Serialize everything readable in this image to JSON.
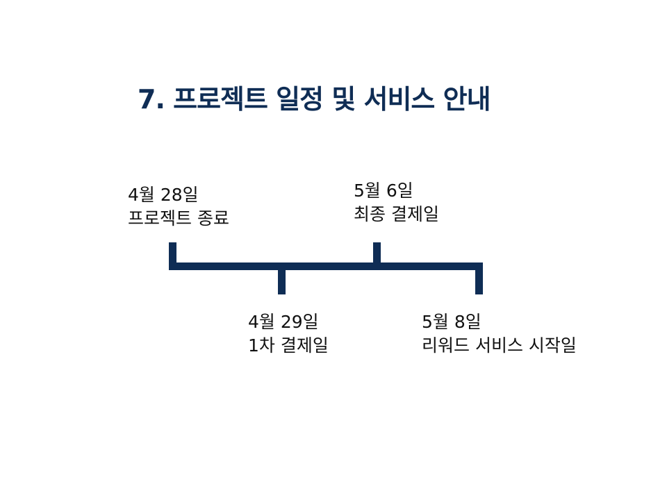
{
  "title": "7. 프로젝트 일정 및 서비스 안내",
  "milestones": [
    {
      "date": "4월 28일",
      "label": "프로젝트 종료"
    },
    {
      "date": "4월 29일",
      "label": "1차 결제일"
    },
    {
      "date": "5월 6일",
      "label": "최종 결제일"
    },
    {
      "date": "5월 8일",
      "label": "리워드 서비스 시작일"
    }
  ],
  "colors": {
    "accent": "#0f2d55",
    "text": "#111111",
    "background": "#ffffff"
  }
}
